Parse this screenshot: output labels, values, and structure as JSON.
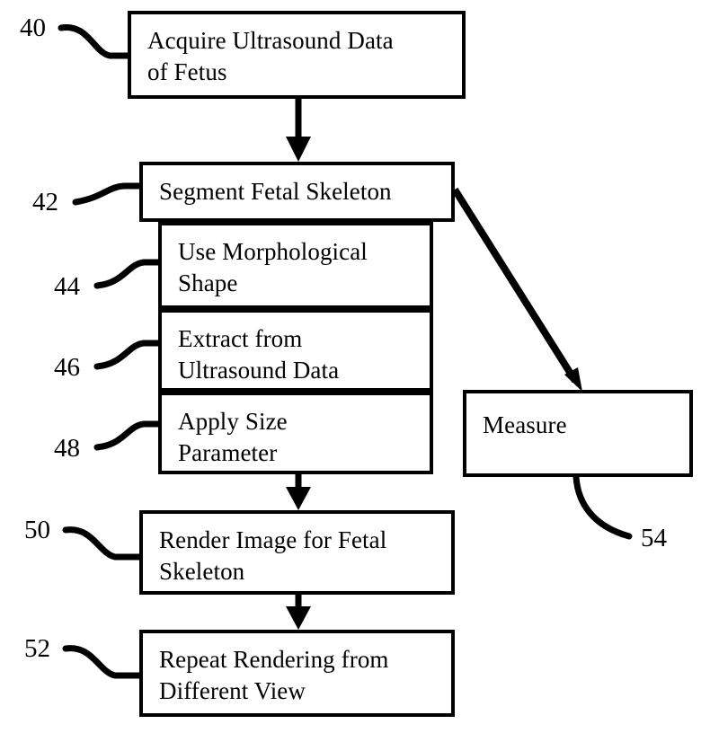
{
  "figure": {
    "type": "patent-flowchart",
    "background_color": "#ffffff",
    "line_color": "#000000",
    "boxes": [
      {
        "id": "acquire",
        "label": "Acquire Ultrasound Data\nof Fetus",
        "ref": "40"
      },
      {
        "id": "segment",
        "label": "Segment Fetal Skeleton",
        "ref": "42"
      },
      {
        "id": "morph",
        "label": "Use Morphological\nShape",
        "ref": "44"
      },
      {
        "id": "extract",
        "label": "Extract from\nUltrasound Data",
        "ref": "46"
      },
      {
        "id": "size",
        "label": "Apply Size\nParameter",
        "ref": "48"
      },
      {
        "id": "render",
        "label": "Render Image for Fetal\nSkeleton",
        "ref": "50"
      },
      {
        "id": "repeat",
        "label": "Repeat Rendering from\nDifferent View",
        "ref": "52"
      },
      {
        "id": "measure",
        "label": "Measure",
        "ref": "54"
      }
    ],
    "refnums": {
      "n40": "40",
      "n42": "42",
      "n44": "44",
      "n46": "46",
      "n48": "48",
      "n50": "50",
      "n52": "52",
      "n54": "54"
    },
    "connections": [
      {
        "from": "acquire",
        "to": "segment",
        "kind": "arrow-down"
      },
      {
        "from": "size",
        "to": "render",
        "kind": "arrow-down"
      },
      {
        "from": "render",
        "to": "repeat",
        "kind": "arrow-down"
      },
      {
        "from": "segment",
        "to": "measure",
        "kind": "arrow-diagonal"
      }
    ]
  }
}
